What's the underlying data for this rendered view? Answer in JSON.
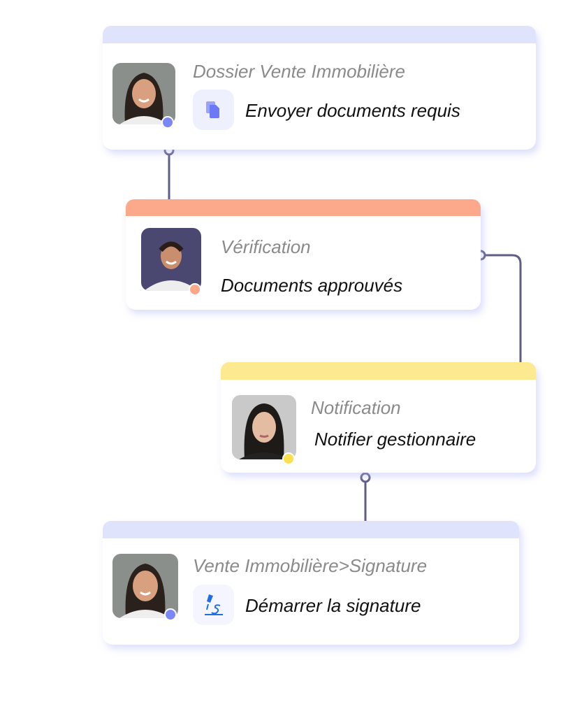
{
  "colors": {
    "blue": "#7b86f7",
    "band_blue": "#e0e3fc",
    "orange": "#fca88b",
    "yellow": "#fde98f",
    "yellow_dot": "#fde04d",
    "line": "#5f5d86"
  },
  "steps": [
    {
      "title": "Dossier Vente Immobilière",
      "action": "Envoyer documents requis",
      "icon": "document-copy-icon",
      "status": "blue"
    },
    {
      "title": "Vérification",
      "action": "Documents approuvés",
      "status": "orange"
    },
    {
      "title": "Notification",
      "action": "Notifier gestionnaire",
      "status": "yellow"
    },
    {
      "title": "Vente Immobilière>Signature",
      "action": "Démarrer la signature",
      "icon": "signature-pen-icon",
      "status": "blue"
    }
  ]
}
